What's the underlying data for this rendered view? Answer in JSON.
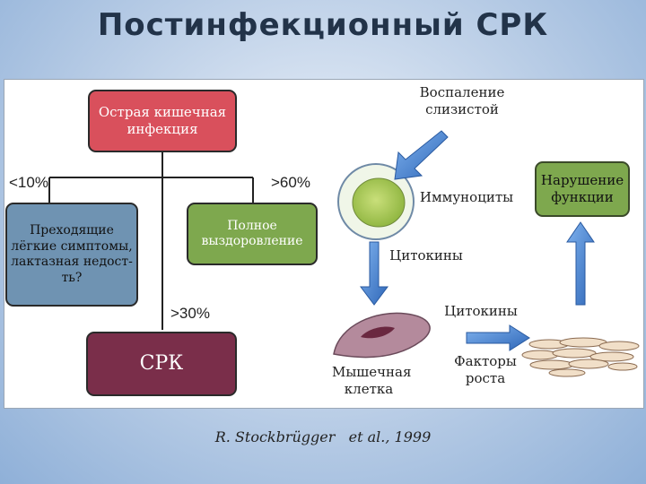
{
  "title": "Постинфекционный СРК",
  "flow": {
    "acute": "Острая кишечная инфекция",
    "lt10": "<10%",
    "gt60": ">60%",
    "transient": "Преходящие лёгкие симптомы, лактазная недост-ть?",
    "recovery": "Полное выздоровление",
    "gt30": ">30%",
    "ibs": "СРК"
  },
  "mechanism": {
    "inflammation": "Воспаление слизистой",
    "immunocytes": "Иммуноциты",
    "dysfunction": "Нарушение функции",
    "cytokines1": "Цитокины",
    "cytokines2": "Цитокины",
    "muscle_cell": "Мышечная клетка",
    "growth_factors": "Факторы роста"
  },
  "citation": "R. Stockbrügger   et al., 1999",
  "colors": {
    "acute": "#d9505c",
    "transient": "#6f93b2",
    "recovery": "#7ea84e",
    "ibs": "#7a2e4a",
    "dysfunction": "#7ea84e",
    "arrow": "#3a78c8",
    "muscle": "#b48a9c"
  }
}
